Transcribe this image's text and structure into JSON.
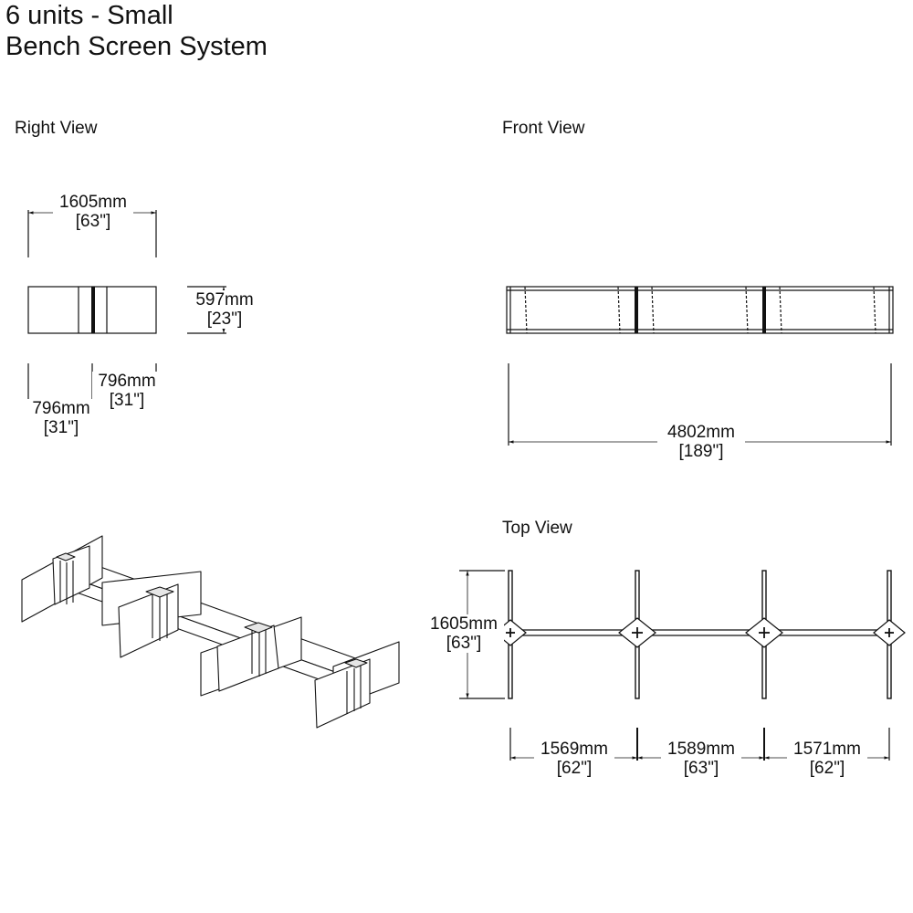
{
  "title": {
    "line1": "6 units - Small",
    "line2": "Bench Screen System"
  },
  "views": {
    "right": {
      "label": "Right View",
      "width_mm": "1605mm",
      "width_in": "[63\"]",
      "height_mm": "597mm",
      "height_in": "[23\"]",
      "half_a_mm": "796mm",
      "half_a_in": "[31\"]",
      "half_b_mm": "796mm",
      "half_b_in": "[31\"]"
    },
    "front": {
      "label": "Front View",
      "length_mm": "4802mm",
      "length_in": "[189\"]"
    },
    "top": {
      "label": "Top View",
      "depth_mm": "1605mm",
      "depth_in": "[63\"]",
      "seg1_mm": "1569mm",
      "seg1_in": "[62\"]",
      "seg2_mm": "1589mm",
      "seg2_in": "[63\"]",
      "seg3_mm": "1571mm",
      "seg3_in": "[62\"]"
    }
  }
}
